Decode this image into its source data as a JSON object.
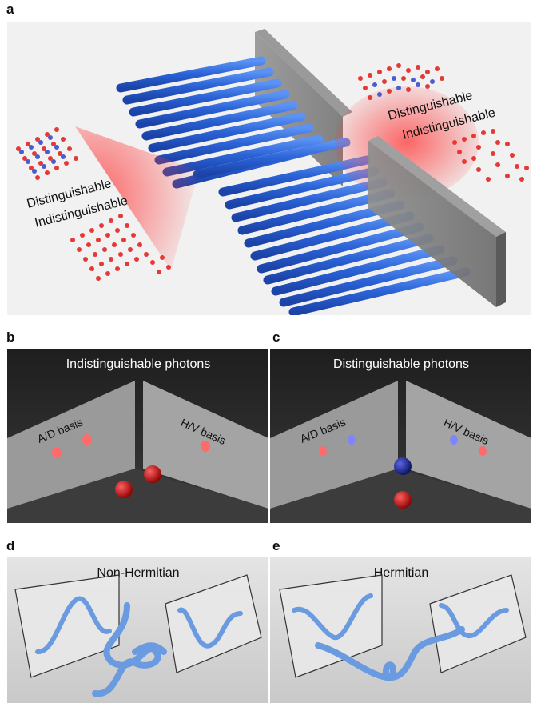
{
  "panels": {
    "a": {
      "label": "a",
      "left_text": [
        "Distinguishable",
        "Indistinguishable"
      ],
      "right_text": [
        "Distinguishable",
        "Indistinguishable"
      ]
    },
    "b": {
      "label": "b",
      "title": "Indistinguishable photons",
      "left_wall": "A/D basis",
      "right_wall": "H/V basis"
    },
    "c": {
      "label": "c",
      "title": "Distinguishable photons",
      "left_wall": "A/D basis",
      "right_wall": "H/V basis"
    },
    "d": {
      "label": "d",
      "title": "Non-Hermitian"
    },
    "e": {
      "label": "e",
      "title": "Hermitian"
    }
  },
  "colors": {
    "waveguide": "#2f6fe0",
    "photon_red": "#e53935",
    "photon_blue": "#3949ab",
    "curve": "#6a9be0"
  }
}
